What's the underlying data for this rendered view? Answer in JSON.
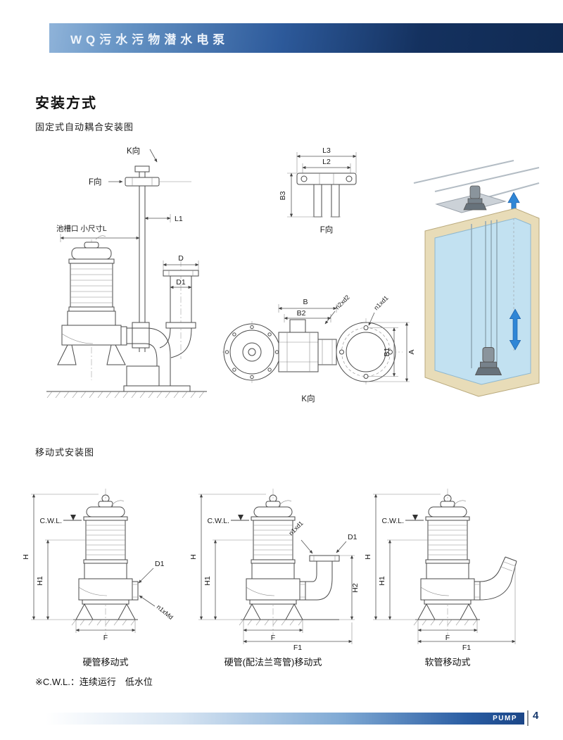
{
  "colors": {
    "header_gradient_dark": "#102a52",
    "header_gradient_light": "#8fb3d9",
    "footer_blue": "#1b4687",
    "illustration_water": "#c2e1f1",
    "illustration_wall": "#e8dcb8",
    "illustration_arrow": "#2f86d6"
  },
  "header": {
    "title": "WQ污水污物潜水电泵"
  },
  "install": {
    "section_title": "安装方式",
    "fixed_subtitle": "固定式自动耦合安装图",
    "mobile_subtitle": "移动式安装图",
    "note": "※C.W.L.：连续运行　低水位"
  },
  "fixed_labels": {
    "k_dir": "K向",
    "f_dir": "F向",
    "l1": "L1",
    "slot": "池槽口  小尺寸L",
    "d": "D",
    "d1": "D1",
    "l3": "L3",
    "l2": "L2",
    "b3": "B3",
    "f_dir2": "F向",
    "b": "B",
    "b2": "B2",
    "n2xd2": "n2xd2",
    "n1xd1": "n1xd1",
    "b1": "B1",
    "a": "A",
    "k_dir2": "K向"
  },
  "mobile": {
    "pumps": [
      {
        "caption": "硬管移动式",
        "cwl": "C.W.L.",
        "h": "H",
        "h1": "H1",
        "f": "F",
        "d1": "D1",
        "n1xmd": "n1xMd"
      },
      {
        "caption": "硬管(配法兰弯管)移动式",
        "cwl": "C.W.L.",
        "h": "H",
        "h1": "H1",
        "f": "F",
        "f1": "F1",
        "h2": "H2",
        "d1": "D1",
        "n1xd1": "n1xd1"
      },
      {
        "caption": "软管移动式",
        "cwl": "C.W.L.",
        "h": "H",
        "h1": "H1",
        "f": "F",
        "f1": "F1"
      }
    ]
  },
  "footer": {
    "brand": "PUMP",
    "page": "4"
  }
}
